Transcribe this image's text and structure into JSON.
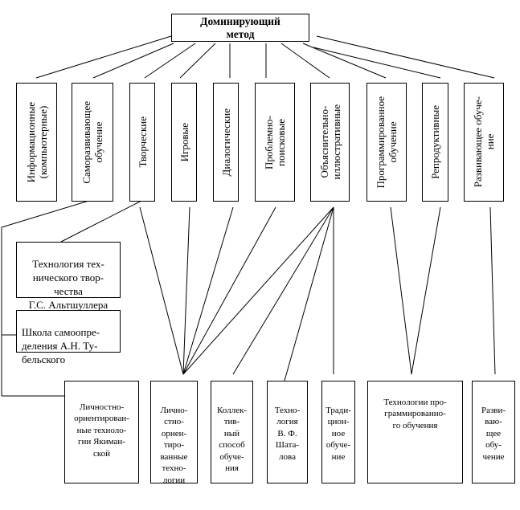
{
  "root": {
    "title_line1": "Доминирующий",
    "title_line2": "метод"
  },
  "methods": [
    {
      "label": "Информационные\n(компьютерные)"
    },
    {
      "label": "Саморазвивающее\nобучение"
    },
    {
      "label": "Творческие"
    },
    {
      "label": "Игровые"
    },
    {
      "label": "Диалогические"
    },
    {
      "label": "Проблемно-\nпоисковые"
    },
    {
      "label": "Объяснительно-\nиллюстративные"
    },
    {
      "label": "Программированное\nобучение"
    },
    {
      "label": "Репродуктивные"
    },
    {
      "label": "Развивающее обуче-\nние"
    }
  ],
  "side_technologies": [
    {
      "label": "Технология тех-\nнического твор-\nчества\nГ.С. Альтшуллера"
    },
    {
      "label": "Школа самоопре-\nделения А.Н. Ту-\nбельского"
    }
  ],
  "technologies": [
    {
      "label": "Личностно-\nориентирован-\nные техноло-\nгии Якиман-\nской"
    },
    {
      "label": "Лично-\nстно-\nориен-\nтиро-\nванные\nтехно-\nлогии"
    },
    {
      "label": "Коллек-\nтив-\nный\nспособ\nобуче-\nния"
    },
    {
      "label": "Техно-\nлогия\nВ. Ф.\nШата-\nлова"
    },
    {
      "label": "Тради-\nцион-\nное\nобуче-\nние"
    },
    {
      "label": "Технологии про-\nграммированно-\nго обучения"
    },
    {
      "label": "Разви-\nваю-\nщее\nобу-\nчение"
    }
  ]
}
